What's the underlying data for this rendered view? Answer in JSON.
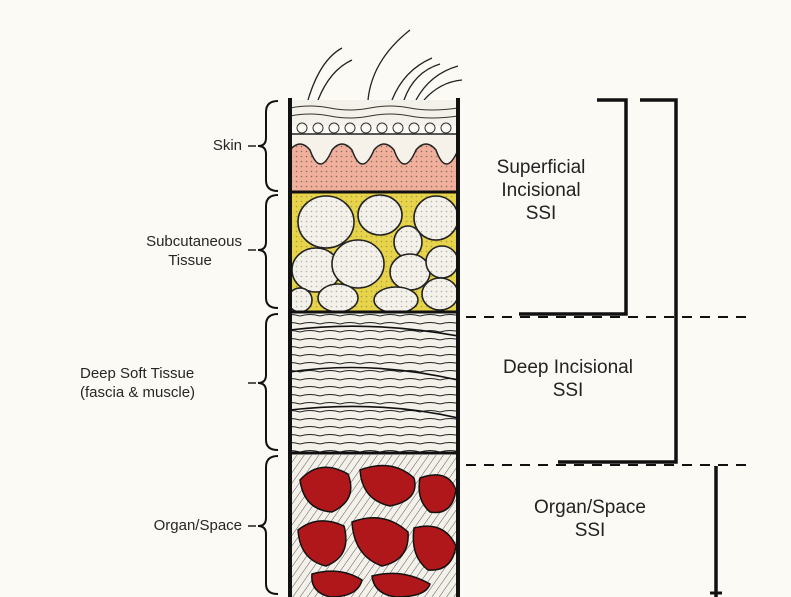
{
  "layers": {
    "skin": "Skin",
    "subcutaneous_line1": "Subcutaneous",
    "subcutaneous_line2": "Tissue",
    "deep_line1": "Deep Soft Tissue",
    "deep_line2": "(fascia & muscle)",
    "organ": "Organ/Space"
  },
  "ssi": {
    "superficial_line1": "Superficial",
    "superficial_line2": "Incisional",
    "superficial_line3": "SSI",
    "deep_line1": "Deep Incisional",
    "deep_line2": "SSI",
    "organ_line1": "Organ/Space",
    "organ_line2": "SSI"
  },
  "colors": {
    "fat_yellow": "#e7d44a",
    "dermis_pink": "#f0b09c",
    "organ_red": "#b0171b",
    "ink": "#111111"
  }
}
